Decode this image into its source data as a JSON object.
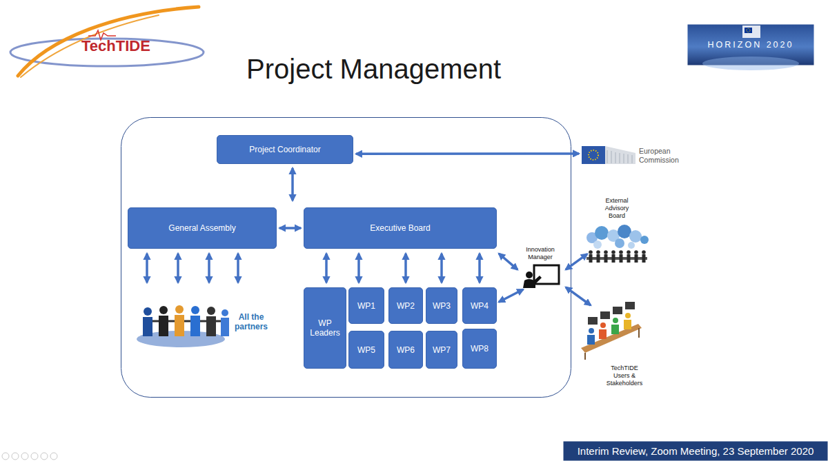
{
  "diagram": {
    "title": "Project Management",
    "nodes": [
      {
        "text": [
          "Project Coordinator"
        ]
      },
      {
        "text": [
          "General Assembly"
        ]
      },
      {
        "text": [
          "Executive Board"
        ]
      },
      {
        "text": [
          "WP Leaders"
        ]
      },
      {
        "text": [
          "WP1"
        ]
      },
      {
        "text": [
          "WP2"
        ]
      },
      {
        "text": [
          "WP3"
        ]
      },
      {
        "text": [
          "WP4"
        ]
      },
      {
        "text": [
          "WP5"
        ]
      },
      {
        "text": [
          "WP6"
        ]
      },
      {
        "text": [
          "WP7"
        ]
      },
      {
        "text": [
          "WP8"
        ]
      },
      {
        "text": [
          "All the partners"
        ]
      },
      {
        "text": [
          "European Commission"
        ]
      },
      {
        "text": [
          "Innovation Manager"
        ]
      },
      {
        "text": [
          "External Advisory Board"
        ]
      },
      {
        "text": [
          "TechTIDE Users & Stakeholders"
        ]
      }
    ],
    "edges": [
      {
        "from": 0,
        "to": 13,
        "arrow": "both"
      },
      {
        "from": 0,
        "to": 2,
        "arrow": "both"
      },
      {
        "from": 1,
        "to": 2,
        "arrow": "both"
      },
      {
        "from": 1,
        "to": 12,
        "arrow": "both"
      },
      {
        "from": 1,
        "to": 12,
        "arrow": "both"
      },
      {
        "from": 1,
        "to": 12,
        "arrow": "both"
      },
      {
        "from": 1,
        "to": 12,
        "arrow": "both"
      },
      {
        "from": 2,
        "to": 3,
        "arrow": "both"
      },
      {
        "from": 2,
        "to": 4,
        "arrow": "both"
      },
      {
        "from": 2,
        "to": 5,
        "arrow": "both"
      },
      {
        "from": 2,
        "to": 6,
        "arrow": "both"
      },
      {
        "from": 2,
        "to": 7,
        "arrow": "both"
      },
      {
        "from": 2,
        "to": 14,
        "arrow": "both"
      },
      {
        "from": 7,
        "to": 14,
        "arrow": "both"
      },
      {
        "from": 14,
        "to": 15,
        "arrow": "both"
      },
      {
        "from": 14,
        "to": 16,
        "arrow": "both"
      }
    ],
    "labels": [
      "TechTIDE",
      "HORIZON 2020",
      "Interim Review, Zoom Meeting, 23 September 2020"
    ]
  }
}
